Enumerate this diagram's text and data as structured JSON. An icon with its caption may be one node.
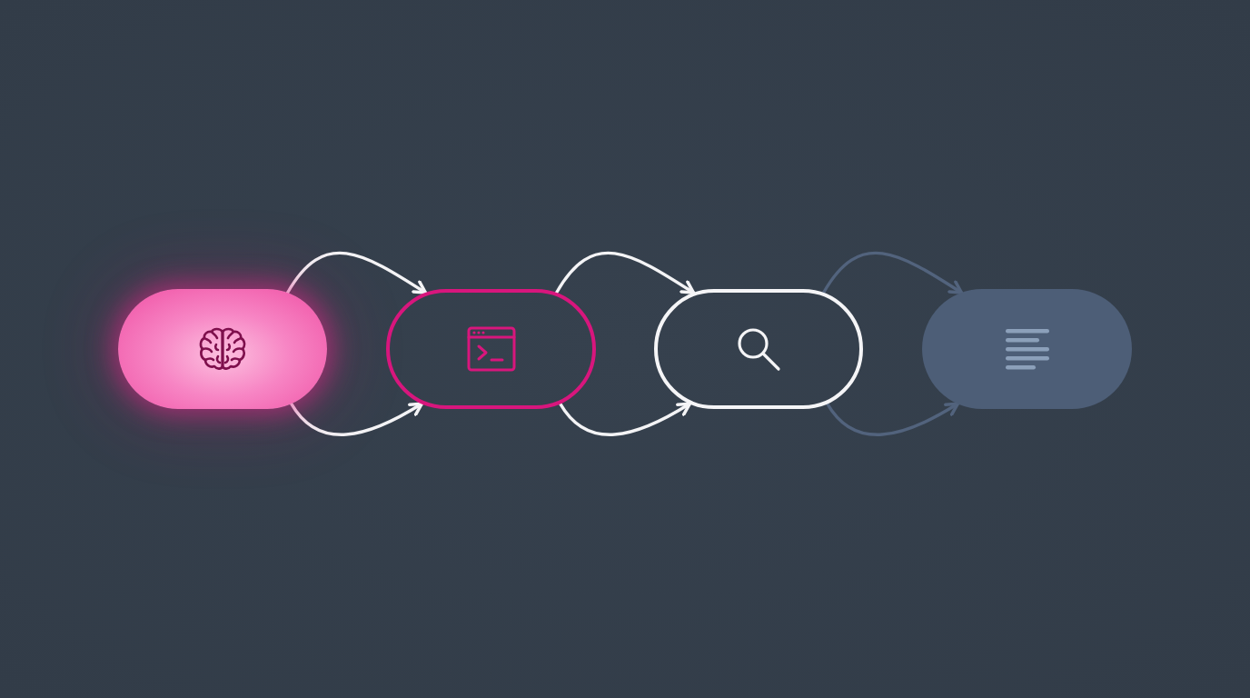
{
  "diagram": {
    "nodes": [
      {
        "text": [],
        "shape": "pill"
      },
      {
        "text": [],
        "shape": "pill"
      },
      {
        "text": [],
        "shape": "pill"
      },
      {
        "text": [],
        "shape": "pill"
      }
    ],
    "edges": [
      {
        "from": 0,
        "to": 1,
        "arrow": "to"
      },
      {
        "from": 0,
        "to": 1,
        "arrow": "to"
      },
      {
        "from": 1,
        "to": 2,
        "arrow": "to"
      },
      {
        "from": 1,
        "to": 2,
        "arrow": "to"
      },
      {
        "from": 2,
        "to": 3,
        "arrow": "to",
        "color": "#52637d"
      },
      {
        "from": 2,
        "to": 3,
        "arrow": "to",
        "color": "#52637d"
      }
    ]
  }
}
